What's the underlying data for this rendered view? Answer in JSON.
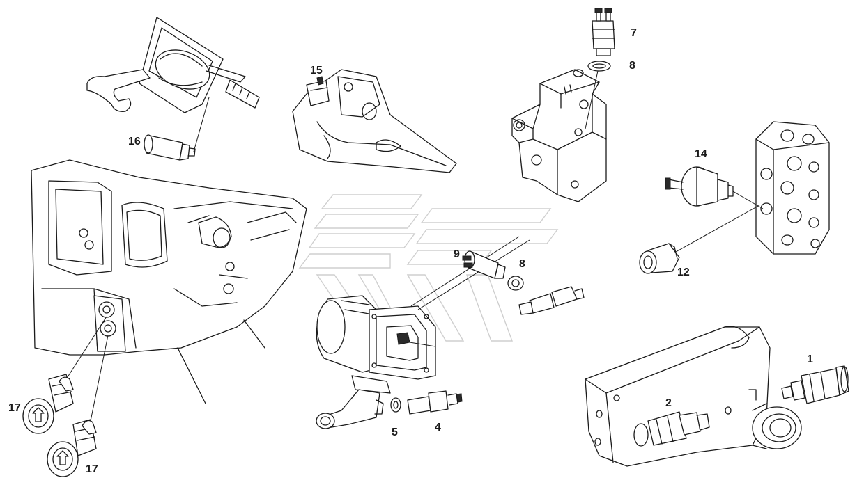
{
  "callouts": {
    "c1": "1",
    "c2": "2",
    "c4": "4",
    "c5": "5",
    "c7": "7",
    "c8a": "8",
    "c8b": "8",
    "c9": "9",
    "c12": "12",
    "c14": "14",
    "c15": "15",
    "c16": "16",
    "c17a": "17",
    "c17b": "17"
  }
}
